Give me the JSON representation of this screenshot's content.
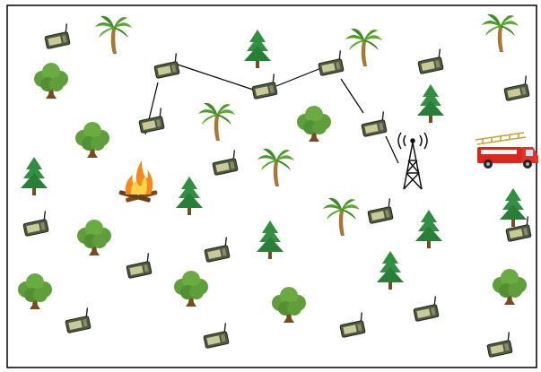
{
  "scene": {
    "icons": {
      "sensor": "wireless-sensor-node-icon",
      "tree_oak": "deciduous-tree-icon",
      "tree_pine": "pine-tree-icon",
      "tree_palm": "palm-tree-icon",
      "fire": "campfire-icon",
      "tower": "radio-tower-icon",
      "truck": "fire-truck-icon"
    },
    "colors": {
      "border": "#000000",
      "link_line": "#000000",
      "foliage": "#5f9e3a",
      "pine": "#2f8f3f",
      "trunk": "#7a4a22",
      "sensor_board": "#4a5a3a",
      "flame": "#f28a1c",
      "truck_red": "#d8271c"
    },
    "multihop_path": [
      "sensor-near-fire",
      "sensor-relay-1",
      "sensor-relay-2",
      "sensor-relay-3",
      "sensor-relay-4",
      "base-station"
    ]
  }
}
